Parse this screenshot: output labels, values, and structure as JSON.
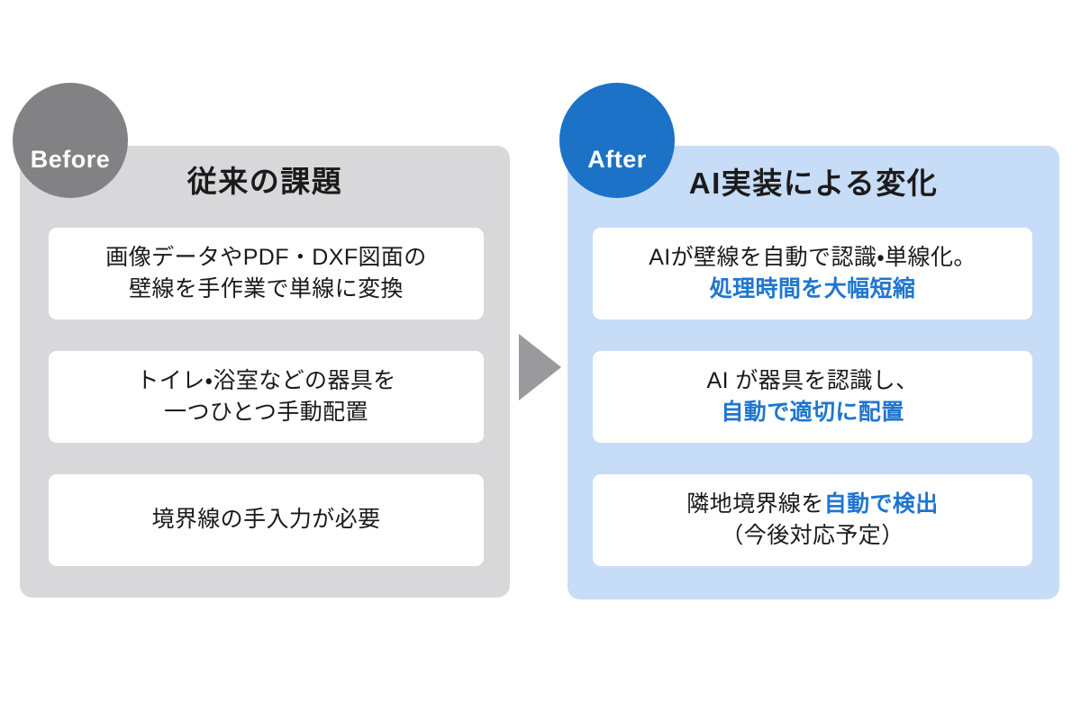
{
  "before": {
    "badge_label": "Before",
    "badge_color": "#828285",
    "panel_color": "#d8d8da",
    "title": "従来の課題",
    "cards": [
      {
        "line1": "画像データやPDF・DXF図面の",
        "line2": "壁線を手作業で単線に変換"
      },
      {
        "line1": "トイレ・浴室などの器具を",
        "line2": "一つひとつ手動配置"
      },
      {
        "line1": "境界線の手入力が必要",
        "line2": ""
      }
    ]
  },
  "after": {
    "badge_label": "After",
    "badge_color": "#1b72c6",
    "panel_color": "#c6dcf7",
    "highlight_color": "#1f76cf",
    "title": "AI実装による変化",
    "cards": [
      {
        "line1": "AIが壁線を自動で認識・単線化。",
        "line2_highlight": "処理時間を大幅短縮",
        "line2_plain": ""
      },
      {
        "line1": "AI が器具を認識し、",
        "line2_highlight": "自動で適切に配置",
        "line2_plain": ""
      },
      {
        "line1_plain": "隣地境界線を",
        "line1_highlight": "自動で検出",
        "line2_plain": "（今後対応予定）"
      }
    ]
  },
  "arrow": {
    "name": "arrow-right",
    "color": "#9a9a9e"
  }
}
